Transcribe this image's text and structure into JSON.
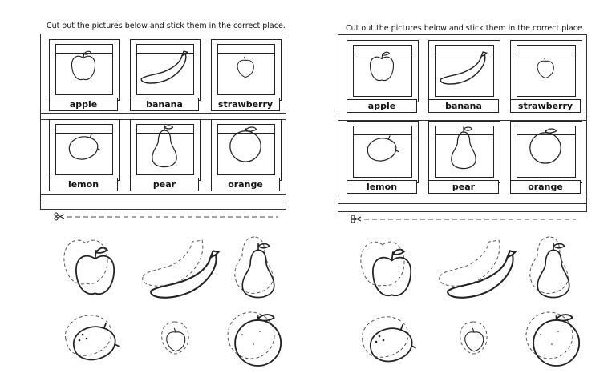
{
  "instruction": "Cut out the pictures below and stick them in the correct place.",
  "labels": [
    "apple",
    "banana",
    "strawberry",
    "lemon",
    "pear",
    "orange"
  ],
  "stickers": [
    "apple-icon",
    "banana-icon",
    "pear-icon",
    "lemon-icon",
    "strawberry-icon",
    "orange-icon"
  ],
  "colors": {
    "ink": "#222222",
    "paper": "#ffffff"
  }
}
